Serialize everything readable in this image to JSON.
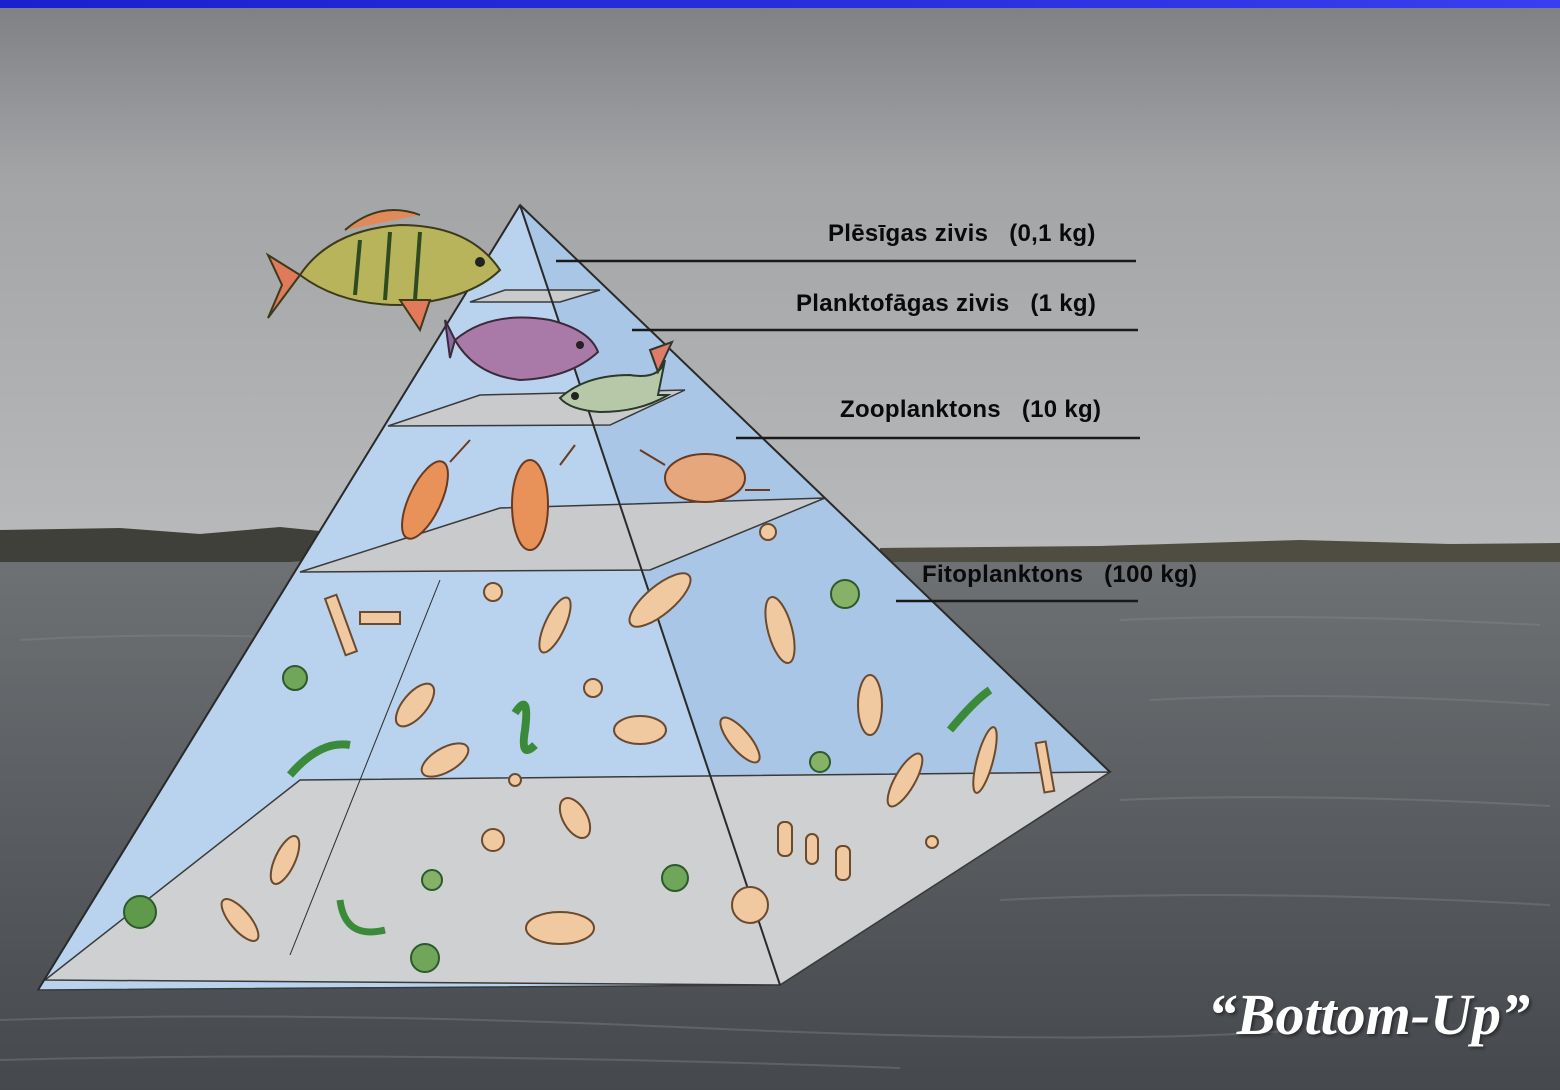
{
  "levels": [
    {
      "label": "Plēsīgas zivis   (0,1 kg)"
    },
    {
      "label": "Planktofāgas zivis   (1 kg)"
    },
    {
      "label": "Zooplanktons   (10 kg)"
    },
    {
      "label": "Fitoplanktons   (100 kg)"
    }
  ],
  "caption": "“Bottom-Up”",
  "colors": {
    "sky": "#9ea0a2",
    "water": "#5f6266",
    "pyramid_face": "#b9d3ee",
    "pyramid_floor": "#cfd0d2",
    "top_bar": "#2028d8"
  }
}
